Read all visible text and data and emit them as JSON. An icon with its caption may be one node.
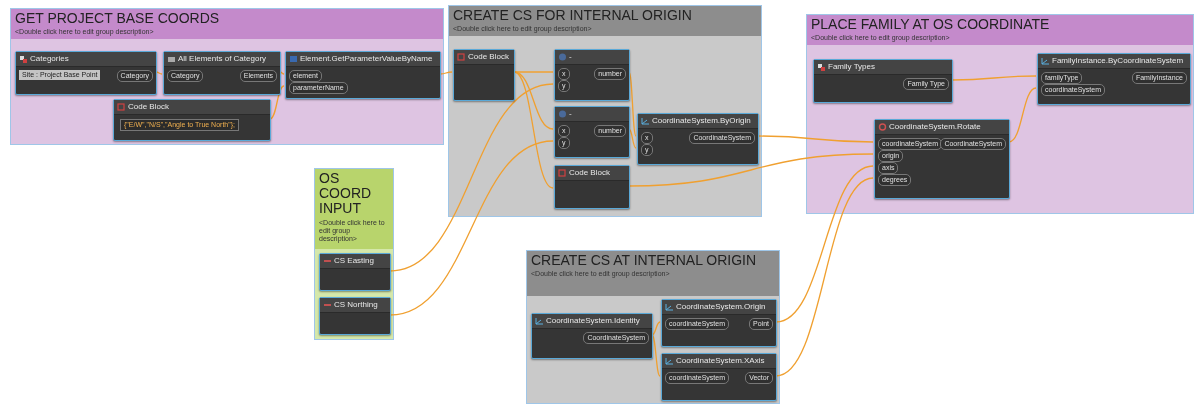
{
  "diagram": {
    "nodes": [
      {
        "text": [
          "GET PROJECT BASE COORDS",
          "<Double click here to edit group description>"
        ]
      },
      {
        "text": [
          "Categories",
          "Site : Project Base Point",
          "Category"
        ],
        "in": 0
      },
      {
        "text": [
          "All Elements of Category",
          "Category",
          "Elements"
        ],
        "in": 0
      },
      {
        "text": [
          "Element.GetParameterValueByName",
          "element",
          "parameterName"
        ],
        "in": 0
      },
      {
        "text": [
          "Code Block",
          "{\"E/W\",\"N/S\",\"Angle to True North\"};"
        ],
        "in": 0
      },
      {
        "text": [
          "CREATE CS FOR INTERNAL ORIGIN",
          "<Double click here to edit group description>"
        ]
      },
      {
        "text": [
          "Code Block"
        ],
        "in": 5
      },
      {
        "text": [
          "-",
          "x",
          "y",
          "number"
        ],
        "in": 5
      },
      {
        "text": [
          "-",
          "x",
          "y",
          "number"
        ],
        "in": 5
      },
      {
        "text": [
          "CoordinateSystem.ByOrigin",
          "x",
          "y",
          "CoordinateSystem"
        ],
        "in": 5
      },
      {
        "text": [
          "Code Block"
        ],
        "in": 5
      },
      {
        "text": [
          "OS COORD INPUT",
          "<Double click here to edit group description>"
        ]
      },
      {
        "text": [
          "CS Easting"
        ],
        "in": 11
      },
      {
        "text": [
          "CS Northing"
        ],
        "in": 11
      },
      {
        "text": [
          "CREATE CS AT INTERNAL ORIGIN",
          "<Double click here to edit group description>"
        ]
      },
      {
        "text": [
          "CoordinateSystem.Identity",
          "CoordinateSystem"
        ],
        "in": 14
      },
      {
        "text": [
          "CoordinateSystem.Origin",
          "coordinateSystem",
          "Point"
        ],
        "in": 14
      },
      {
        "text": [
          "CoordinateSystem.XAxis",
          "coordinateSystem",
          "Vector"
        ],
        "in": 14
      },
      {
        "text": [
          "PLACE FAMILY AT OS COORDINATE",
          "<Double click here to edit group description>"
        ]
      },
      {
        "text": [
          "Family Types",
          "Family Type"
        ],
        "in": 18
      },
      {
        "text": [
          "FamilyInstance.ByCoordinateSystem",
          "familyType",
          "coordinateSystem",
          "FamilyInstance"
        ],
        "in": 18
      },
      {
        "text": [
          "CoordinateSystem.Rotate",
          "coordinateSystem",
          "origin",
          "axis",
          "degrees",
          "CoordinateSystem"
        ],
        "in": 18
      }
    ],
    "edges": [
      {
        "from": 1,
        "to": 2,
        "arrow": "none"
      },
      {
        "from": 2,
        "to": 3,
        "arrow": "none"
      },
      {
        "from": 4,
        "to": 3,
        "arrow": "none"
      },
      {
        "from": 3,
        "to": 6,
        "arrow": "none"
      },
      {
        "from": 6,
        "to": 7,
        "arrow": "none"
      },
      {
        "from": 6,
        "to": 8,
        "arrow": "none"
      },
      {
        "from": 6,
        "to": 10,
        "arrow": "none"
      },
      {
        "from": 12,
        "to": 7,
        "arrow": "none"
      },
      {
        "from": 13,
        "to": 8,
        "arrow": "none"
      },
      {
        "from": 7,
        "to": 9,
        "arrow": "none"
      },
      {
        "from": 8,
        "to": 9,
        "arrow": "none"
      },
      {
        "from": 9,
        "to": 21,
        "arrow": "none"
      },
      {
        "from": 10,
        "to": 21,
        "arrow": "none"
      },
      {
        "from": 16,
        "to": 21,
        "arrow": "none"
      },
      {
        "from": 17,
        "to": 21,
        "arrow": "none"
      },
      {
        "from": 15,
        "to": 16,
        "arrow": "none"
      },
      {
        "from": 15,
        "to": 17,
        "arrow": "none"
      },
      {
        "from": 19,
        "to": 20,
        "arrow": "none"
      },
      {
        "from": 21,
        "to": 20,
        "arrow": "none"
      }
    ]
  }
}
